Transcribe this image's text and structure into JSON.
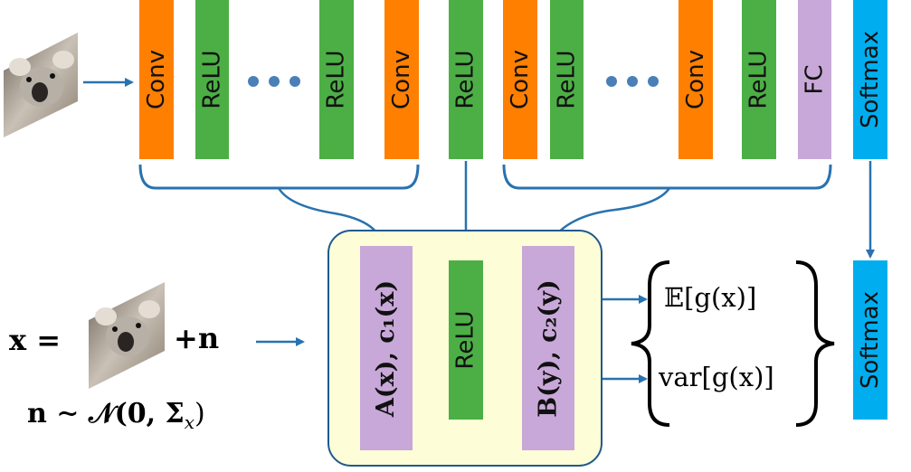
{
  "colors": {
    "conv": "#ff7f00",
    "relu": "#4caf45",
    "fc": "#c8a8d8",
    "softmax": "#00aeef",
    "arrow": "#2872b0",
    "panel_fill": "#fdfdd8",
    "panel_border": "#1f5a8c"
  },
  "network": {
    "layers": [
      {
        "label": "Conv",
        "type": "conv"
      },
      {
        "label": "ReLU",
        "type": "relu"
      },
      {
        "label": "ReLU",
        "type": "relu"
      },
      {
        "label": "Conv",
        "type": "conv"
      },
      {
        "label": "ReLU",
        "type": "relu"
      },
      {
        "label": "Conv",
        "type": "conv"
      },
      {
        "label": "ReLU",
        "type": "relu"
      },
      {
        "label": "Conv",
        "type": "conv"
      },
      {
        "label": "ReLU",
        "type": "relu"
      },
      {
        "label": "FC",
        "type": "fc"
      },
      {
        "label": "Softmax",
        "type": "softmax"
      }
    ]
  },
  "panel": {
    "left_label": "A(x), c₁(x)",
    "middle_label": "ReLU",
    "right_label": "B(y), c₂(y)"
  },
  "outputs": {
    "mean_label": "𝔼[g(x)]",
    "var_label": "var[g(x)]",
    "softmax_label": "Softmax"
  },
  "input": {
    "x_eq": "x =",
    "plus_n": "+n",
    "noise": "n ∼ 𝒩(0, Σ",
    "noise_sub": "x",
    "noise_close": ")"
  }
}
